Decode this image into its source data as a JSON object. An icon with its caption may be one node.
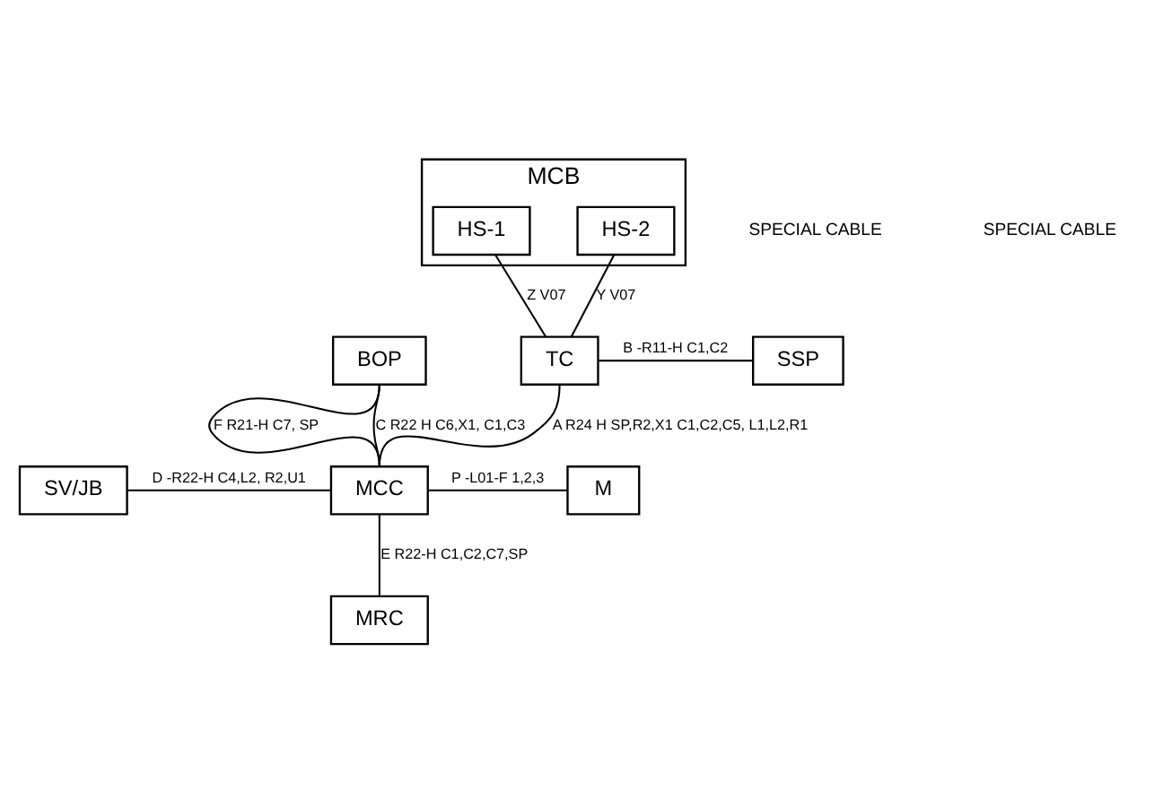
{
  "diagram": {
    "nodes": [
      {
        "text": [
          "MCB"
        ]
      },
      {
        "text": [
          "HS-1"
        ],
        "in": 0
      },
      {
        "text": [
          "HS-2"
        ],
        "in": 0
      },
      {
        "text": [
          "BOP"
        ]
      },
      {
        "text": [
          "TC"
        ]
      },
      {
        "text": [
          "SSP"
        ]
      },
      {
        "text": [
          "SV/JB"
        ]
      },
      {
        "text": [
          "MCC"
        ]
      },
      {
        "text": [
          "M"
        ]
      },
      {
        "text": [
          "MRC"
        ]
      }
    ],
    "edges": [
      {
        "from": 1,
        "to": 4,
        "arrow": "none",
        "label": "Z V07"
      },
      {
        "from": 2,
        "to": 4,
        "arrow": "none",
        "label": "Y V07"
      },
      {
        "from": 4,
        "to": 5,
        "arrow": "none",
        "label": "B -R11-H C1,C2"
      },
      {
        "from": 3,
        "to": 7,
        "arrow": "none",
        "label": "F R21-H C7, SP"
      },
      {
        "from": 3,
        "to": 7,
        "arrow": "none",
        "label": "C R22 H C6,X1, C1,C3"
      },
      {
        "from": 4,
        "to": 7,
        "arrow": "none",
        "label": "A R24 H SP,R2,X1 C1,C2,C5, L1,L2,R1"
      },
      {
        "from": 6,
        "to": 7,
        "arrow": "none",
        "label": "D -R22-H C4,L2, R2,U1"
      },
      {
        "from": 7,
        "to": 8,
        "arrow": "none",
        "label": "P -L01-F 1,2,3"
      },
      {
        "from": 7,
        "to": 9,
        "arrow": "none",
        "label": "E R22-H C1,C2,C7,SP"
      }
    ],
    "labels": [
      "SPECIAL CABLE",
      "SPECIAL CABLE"
    ]
  }
}
